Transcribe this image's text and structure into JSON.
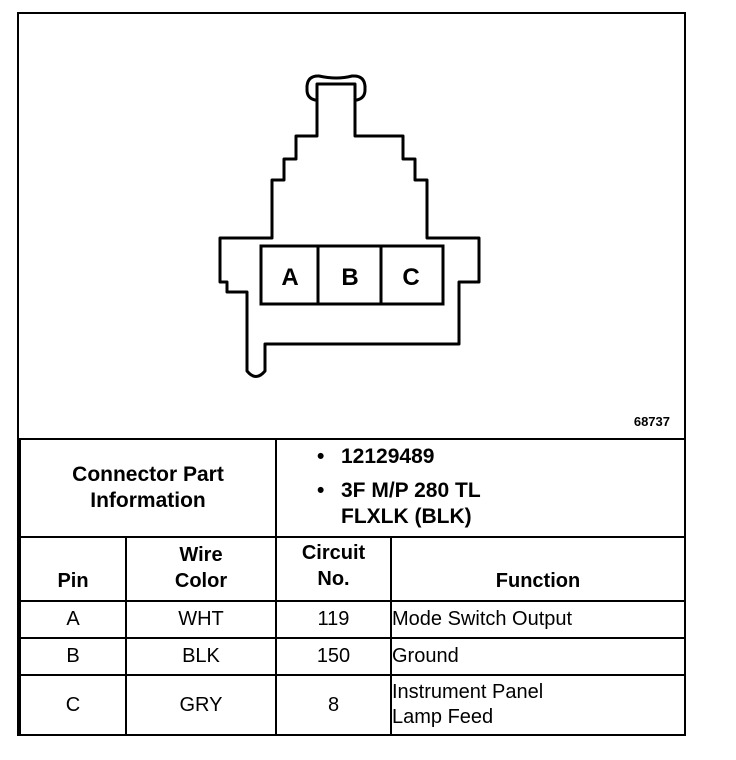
{
  "diagram": {
    "figure_number": "68737",
    "pins": [
      "A",
      "B",
      "C"
    ]
  },
  "connector_info": {
    "title": "Connector Part Information",
    "part_numbers": [
      "12129489",
      "3F M/P 280 TL",
      "FLXLK (BLK)"
    ]
  },
  "table": {
    "headers": {
      "pin": "Pin",
      "wire_color": "Wire Color",
      "circuit_no": "Circuit No.",
      "function": "Function"
    },
    "rows": [
      {
        "pin": "A",
        "wire_color": "WHT",
        "circuit": "119",
        "function": "Mode Switch Output"
      },
      {
        "pin": "B",
        "wire_color": "BLK",
        "circuit": "150",
        "function": "Ground"
      },
      {
        "pin": "C",
        "wire_color": "GRY",
        "circuit": "8",
        "function": "Instrument Panel Lamp Feed"
      }
    ]
  }
}
